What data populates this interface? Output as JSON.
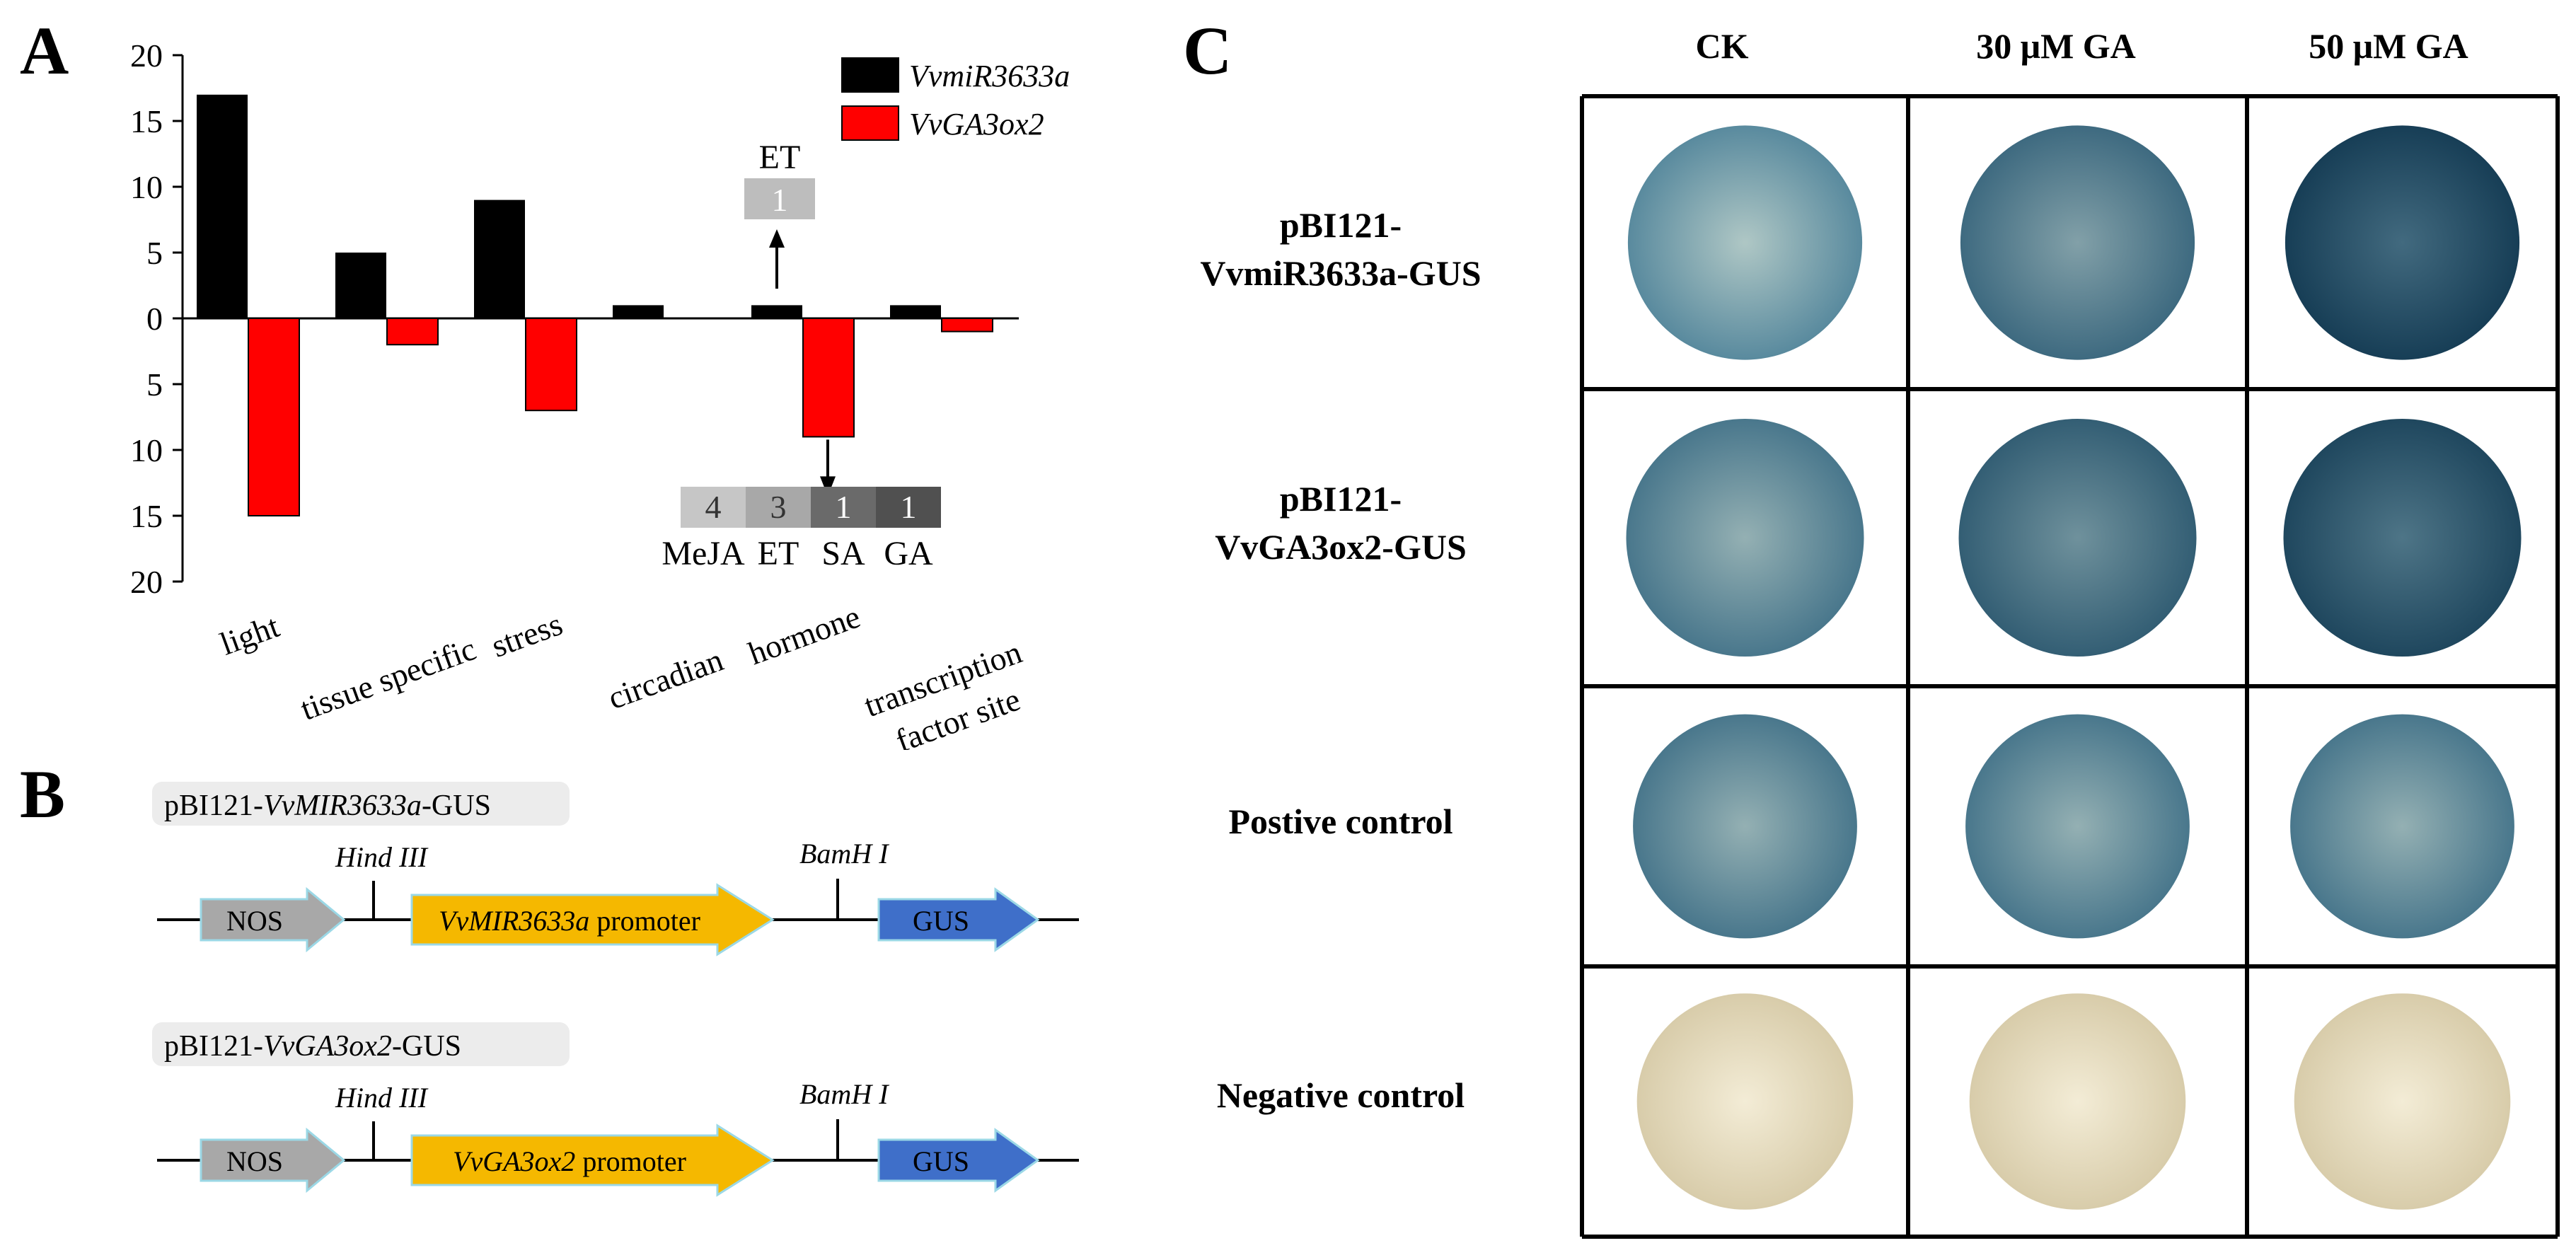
{
  "panels": {
    "a": "A",
    "b": "B",
    "c": "C"
  },
  "chart_data": {
    "type": "bar",
    "categories": [
      "light",
      "tissue specific",
      "stress",
      "circadian",
      "hormone",
      "transcription factor site"
    ],
    "category_lines": [
      [
        "light"
      ],
      [
        "tissue specific"
      ],
      [
        "stress"
      ],
      [
        "circadian"
      ],
      [
        "hormone"
      ],
      [
        "transcription",
        "factor site"
      ]
    ],
    "series": [
      {
        "name": "VvmiR3633a",
        "values": [
          17,
          5,
          9,
          1,
          1,
          1
        ],
        "direction": "up",
        "color": "#000000"
      },
      {
        "name": "VvGA3ox2",
        "values": [
          15,
          2,
          7,
          0,
          9,
          1
        ],
        "direction": "down",
        "color": "#ff0000"
      }
    ],
    "yticks": [
      "20",
      "15",
      "10",
      "5",
      "0",
      "5",
      "10",
      "15",
      "20"
    ],
    "ylim_up": [
      0,
      20
    ],
    "ylim_down": [
      0,
      20
    ],
    "legend_position": "top-right",
    "annotations": {
      "up": {
        "label": "ET",
        "value": "1",
        "color": "#bdbdbd"
      },
      "down": [
        {
          "label": "MeJA",
          "value": "4",
          "color": "#c6c6c6"
        },
        {
          "label": "ET",
          "value": "3",
          "color": "#a8a8a8"
        },
        {
          "label": "SA",
          "value": "1",
          "color": "#6a6a6a"
        },
        {
          "label": "GA",
          "value": "1",
          "color": "#505050"
        }
      ]
    }
  },
  "constructs": [
    {
      "name_prefix": "pBI121-",
      "name_italic": "VvMIR3633a",
      "name_suffix": "-GUS",
      "hind": "Hind III",
      "bam": "BamH I",
      "nos": "NOS",
      "promoter_italic": "VvMIR3633a",
      "promoter_suffix": " promoter",
      "gus": "GUS"
    },
    {
      "name_prefix": "pBI121-",
      "name_italic": "VvGA3ox2",
      "name_suffix": "-GUS",
      "hind": "Hind III",
      "bam": "BamH I",
      "nos": "NOS",
      "promoter_italic": "VvGA3ox2",
      "promoter_suffix": " promoter",
      "gus": "GUS"
    }
  ],
  "colors": {
    "nos": "#a8a8a8",
    "promoter": "#f5b800",
    "gus": "#3f6fc9",
    "label_bg": "#ececec"
  },
  "stain_grid": {
    "columns": [
      "CK",
      "30 μM GA",
      "50 μM GA"
    ],
    "rows": [
      {
        "label": "pBI121-\nVvmiR3633a-GUS",
        "intensity": [
          0.35,
          0.6,
          0.95
        ]
      },
      {
        "label": "pBI121-\nVvGA3ox2-GUS",
        "intensity": [
          0.5,
          0.7,
          0.88
        ]
      },
      {
        "label": "Postive control",
        "intensity": [
          0.5,
          0.5,
          0.5
        ]
      },
      {
        "label": "Negative control",
        "intensity": [
          0,
          0,
          0
        ]
      }
    ]
  }
}
